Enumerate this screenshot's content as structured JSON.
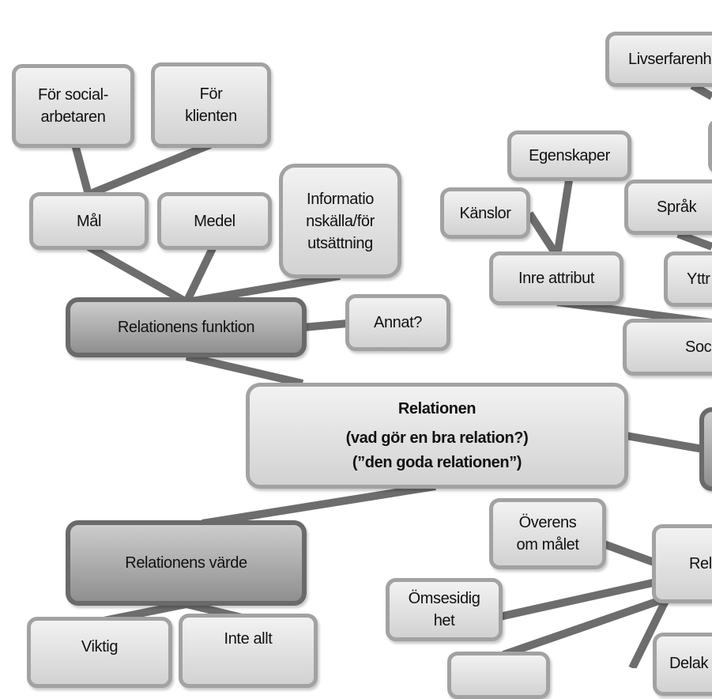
{
  "center": {
    "title": "Relationen",
    "line2": "(vad gör en bra relation?)",
    "line3": "(”den goda relationen”)"
  },
  "funktion": {
    "title": "Relationens funktion",
    "children": {
      "mal": {
        "label": "Mål",
        "children": {
          "socialarbetaren": [
            "För social-",
            "arbetaren"
          ],
          "klienten": [
            "För",
            "klienten"
          ]
        }
      },
      "medel": "Medel",
      "informationskalla": [
        "Informatio",
        "nskälla/för",
        "utsättning"
      ],
      "annat": "Annat?"
    }
  },
  "varde": {
    "title": "Relationens värde",
    "children": {
      "viktig": "Viktig",
      "inte_allt": "Inte allt"
    }
  },
  "right_upper": {
    "inre_attribut": "Inre attribut",
    "egenskaper": "Egenskaper",
    "kanslor": "Känslor",
    "livserfarenhet": "Livserfarenh",
    "sprak": "Språk",
    "yttre": "Yttr",
    "soci": "Soci"
  },
  "right_lower": {
    "hub": "Rel",
    "overens": [
      "Överens",
      "om målet"
    ],
    "omsesidighet": [
      "Ömsesidig",
      "het"
    ],
    "delak": "Delak"
  }
}
